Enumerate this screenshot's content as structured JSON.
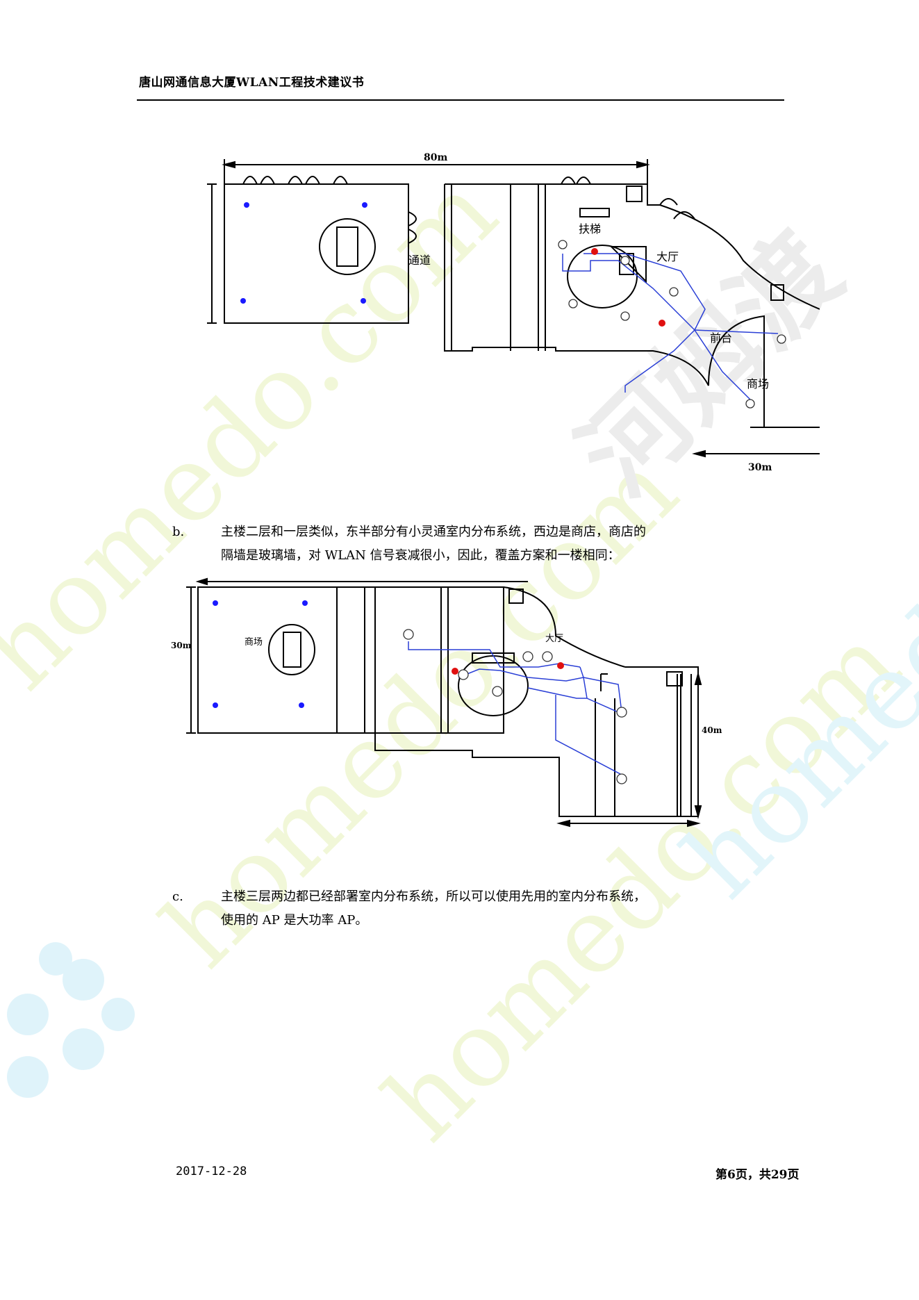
{
  "header": {
    "title": "唐山网通信息大厦WLAN工程技术建议书"
  },
  "floorplan1": {
    "dim_top": "80m",
    "dim_bottom": "30m",
    "label_corridor": "通道",
    "label_escalator": "扶梯",
    "label_hall": "大厅",
    "label_frontdesk": "前台",
    "label_mall": "商场"
  },
  "section_b": {
    "marker": "b.",
    "line1": "主楼二层和一层类似，东半部分有小灵通室内分布系统，西边是商店，商店的",
    "line2": "隔墙是玻璃墙，对 WLAN 信号衰减很小，因此，覆盖方案和一楼相同："
  },
  "floorplan2": {
    "dim_left": "30m",
    "dim_right": "40m",
    "label_mall": "商场",
    "label_hall": "大厅"
  },
  "section_c": {
    "marker": "c.",
    "line1": "主楼三层两边都已经部署室内分布系统，所以可以使用先用的室内分布系统，",
    "line2": "使用的 AP 是大功率 AP。"
  },
  "footer": {
    "date": "2017-12-28",
    "page": "第6页，共29页"
  },
  "watermark": {
    "text1": "homedo.com",
    "text2": "河姆渡"
  },
  "colors": {
    "ap_blue": "#1a1aff",
    "ap_red": "#e01010",
    "cable_blue": "#2a3fd6",
    "watermark_green": "#f4f8df",
    "watermark_cyan": "#e3f6fb",
    "watermark_gray": "#eeeeee"
  }
}
